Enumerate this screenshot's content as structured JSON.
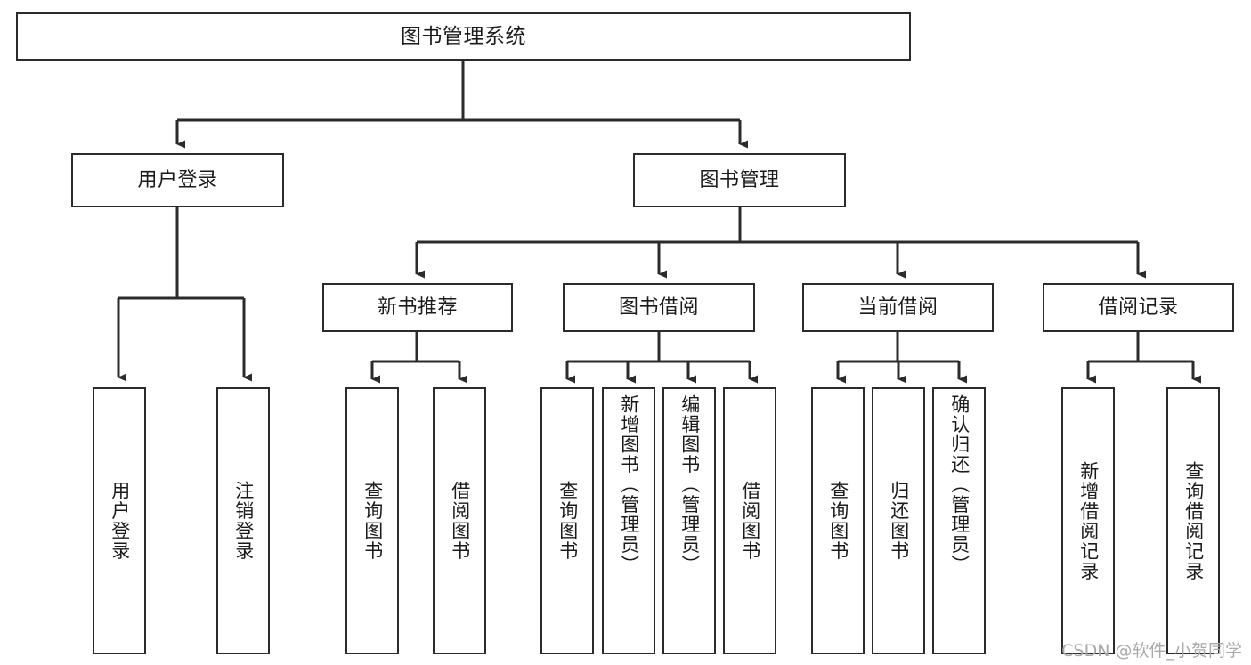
{
  "diagram": {
    "type": "hierarchy-tree",
    "root": {
      "id": "root",
      "label": "图书管理系统"
    },
    "level1": [
      {
        "id": "user-login",
        "label": "用户登录"
      },
      {
        "id": "book-manage",
        "label": "图书管理"
      }
    ],
    "level2": [
      {
        "id": "new-book-recommend",
        "label": "新书推荐",
        "parent": "book-manage"
      },
      {
        "id": "book-borrow",
        "label": "图书借阅",
        "parent": "book-manage"
      },
      {
        "id": "current-borrow",
        "label": "当前借阅",
        "parent": "book-manage"
      },
      {
        "id": "borrow-record",
        "label": "借阅记录",
        "parent": "book-manage"
      }
    ],
    "leaves": [
      {
        "id": "leaf-user-login",
        "label": "用户登录",
        "parent": "user-login"
      },
      {
        "id": "leaf-logout",
        "label": "注销登录",
        "parent": "user-login"
      },
      {
        "id": "leaf-query-book-1",
        "label": "查询图书",
        "parent": "new-book-recommend"
      },
      {
        "id": "leaf-borrow-book-1",
        "label": "借阅图书",
        "parent": "new-book-recommend"
      },
      {
        "id": "leaf-query-book-2",
        "label": "查询图书",
        "parent": "book-borrow"
      },
      {
        "id": "leaf-add-book",
        "label": "新增图书（管理员）",
        "parent": "book-borrow"
      },
      {
        "id": "leaf-edit-book",
        "label": "编辑图书（管理员）",
        "parent": "book-borrow"
      },
      {
        "id": "leaf-borrow-book-2",
        "label": "借阅图书",
        "parent": "book-borrow"
      },
      {
        "id": "leaf-query-book-3",
        "label": "查询图书",
        "parent": "current-borrow"
      },
      {
        "id": "leaf-return-book",
        "label": "归还图书",
        "parent": "current-borrow"
      },
      {
        "id": "leaf-confirm-return",
        "label": "确认归还（管理员）",
        "parent": "current-borrow"
      },
      {
        "id": "leaf-add-record",
        "label": "新增借阅记录",
        "parent": "borrow-record"
      },
      {
        "id": "leaf-query-record",
        "label": "查询借阅记录",
        "parent": "borrow-record"
      }
    ]
  },
  "watermark": {
    "text": "CSDN @软件_小贺同学"
  },
  "colors": {
    "stroke": "#2b2b2b",
    "fill": "#ffffff",
    "text": "#1b1b1b",
    "watermark": "#a9a9a9"
  }
}
